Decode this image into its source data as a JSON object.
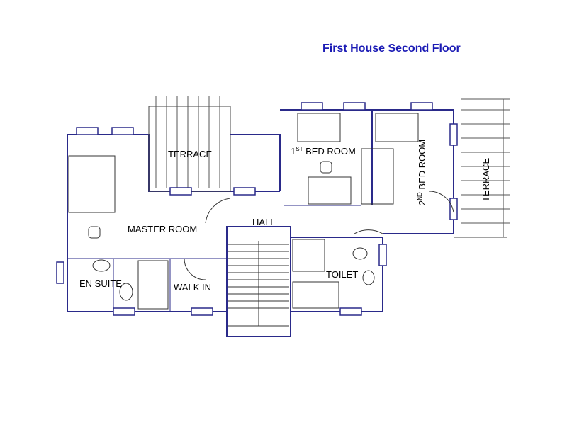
{
  "title": "First House Second Floor",
  "rooms": {
    "terrace_left": "TERRACE",
    "bed1_prefix": "1",
    "bed1_sup": "ST",
    "bed1_suffix": " BED ROOM",
    "bed2_prefix": "2",
    "bed2_sup": "ND",
    "bed2_suffix": " BED ROOM",
    "terrace_right": "TERRACE",
    "master": "MASTER ROOM",
    "hall": "HALL",
    "en_suite": "EN SUITE",
    "walk_in": "WALK IN",
    "toilet": "TOILET"
  },
  "colors": {
    "title": "#1b1bb5",
    "wall": "#2a2a8a",
    "line": "#333333"
  }
}
